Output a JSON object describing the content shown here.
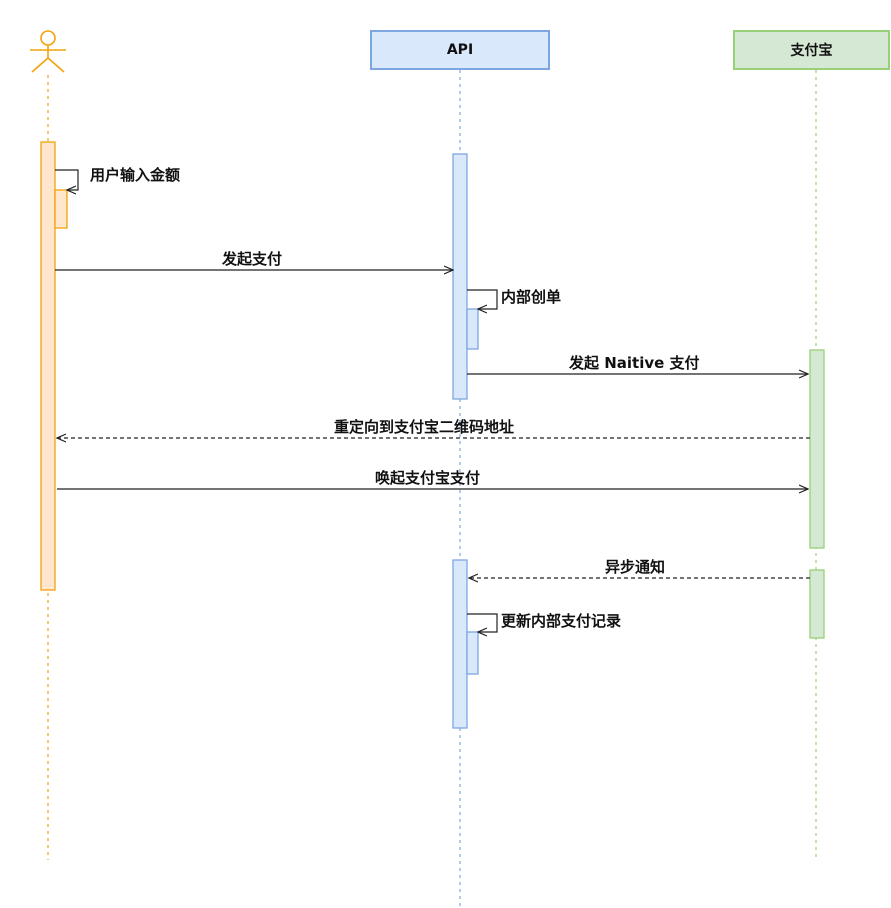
{
  "participants": {
    "user": {
      "label": "",
      "icon": "actor-icon",
      "color": "#f0a30a"
    },
    "api": {
      "label": "API",
      "color": "#7ea6e0",
      "fill": "#dae8fc"
    },
    "alipay": {
      "label": "支付宝",
      "color": "#97d077",
      "fill": "#d5e8d4"
    }
  },
  "messages": {
    "m1": "用户输入金额",
    "m2": "发起支付",
    "m3": "内部创单",
    "m4": "发起 Naitive 支付",
    "m5": "重定向到支付宝二维码地址",
    "m6": "唤起支付宝支付",
    "m7": "异步通知",
    "m8": "更新内部支付记录"
  }
}
